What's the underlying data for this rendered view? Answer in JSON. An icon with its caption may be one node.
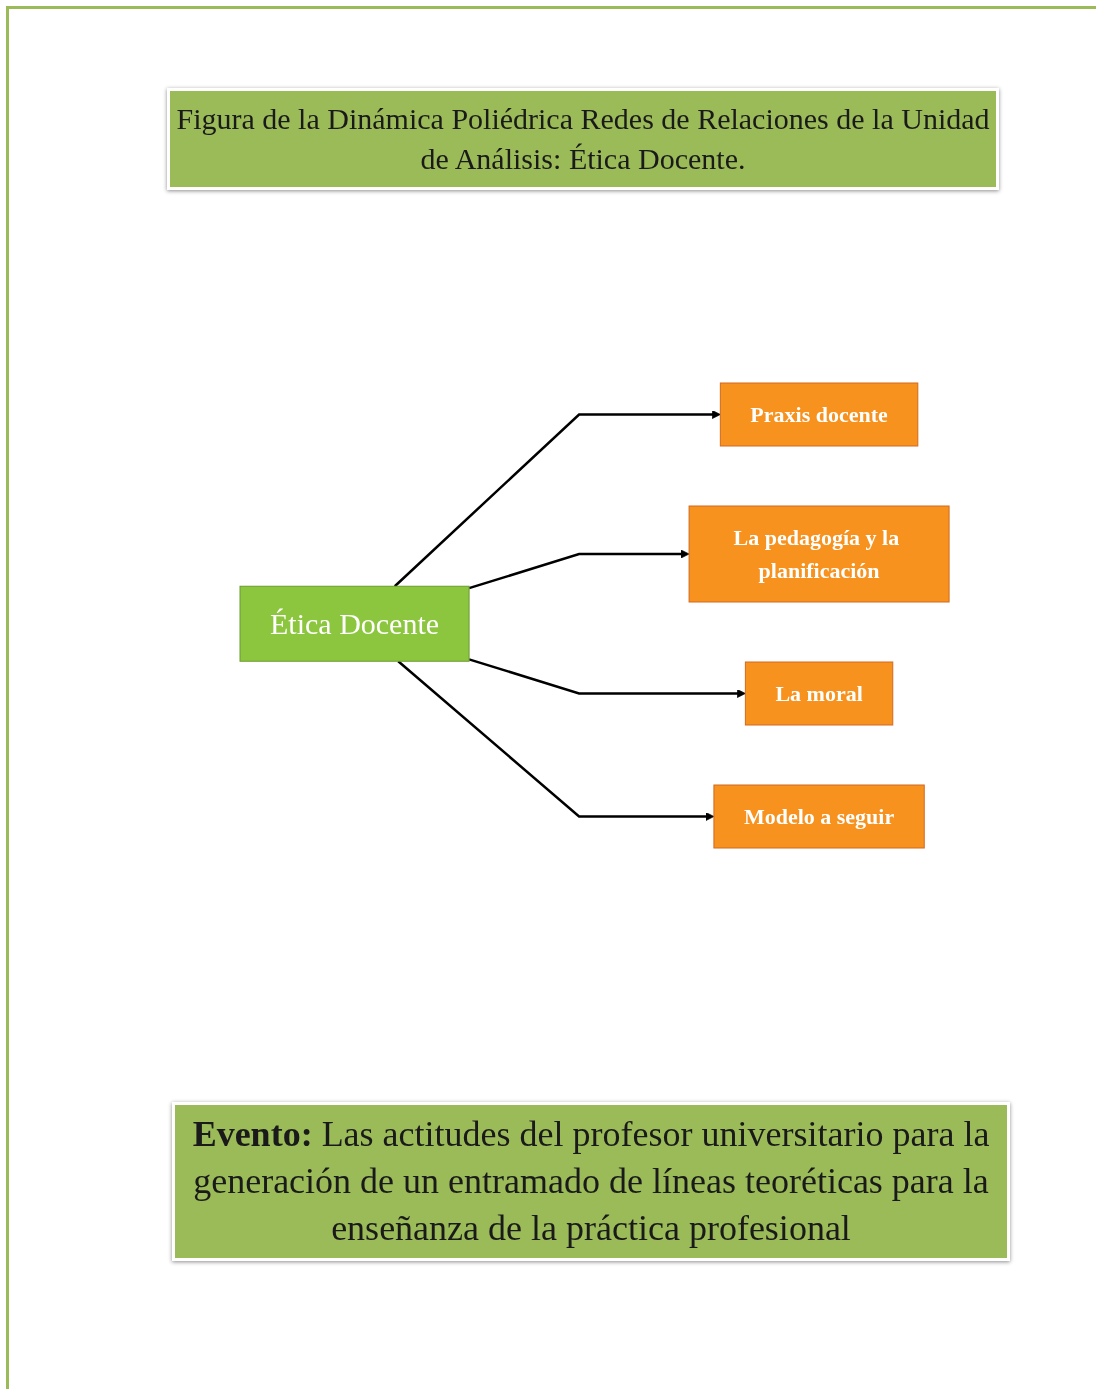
{
  "diagram": {
    "title": "Figura de la Dinámica Poliédrica Redes de Relaciones de la Unidad de Análisis: Ética Docente.",
    "caption": "**Evento:** Las actitudes del profesor universitario para la generación de un entramado de líneas teoréticas para la enseñanza de la práctica profesional",
    "nodes": [
      {
        "text": [
          "Ética Docente"
        ]
      },
      {
        "text": [
          "Praxis docente"
        ]
      },
      {
        "text": [
          "La pedagogía y la planificación"
        ]
      },
      {
        "text": [
          "La moral"
        ]
      },
      {
        "text": [
          "Modelo a seguir"
        ]
      }
    ],
    "edges": [
      {
        "from": 0,
        "to": 1,
        "arrow": "to"
      },
      {
        "from": 0,
        "to": 2,
        "arrow": "to"
      },
      {
        "from": 0,
        "to": 3,
        "arrow": "to"
      },
      {
        "from": 0,
        "to": 4,
        "arrow": "to"
      }
    ]
  }
}
